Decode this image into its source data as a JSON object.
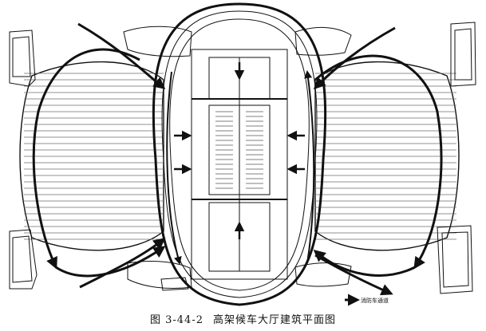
{
  "caption": {
    "number": "图 3-44-2",
    "title": "高架候车大厅建筑平面图"
  },
  "legend": {
    "label": "消防车通道",
    "icon": "arrow-right-icon"
  },
  "colors": {
    "line": "#111111",
    "track": "#6b6b6b",
    "background": "#ffffff"
  }
}
